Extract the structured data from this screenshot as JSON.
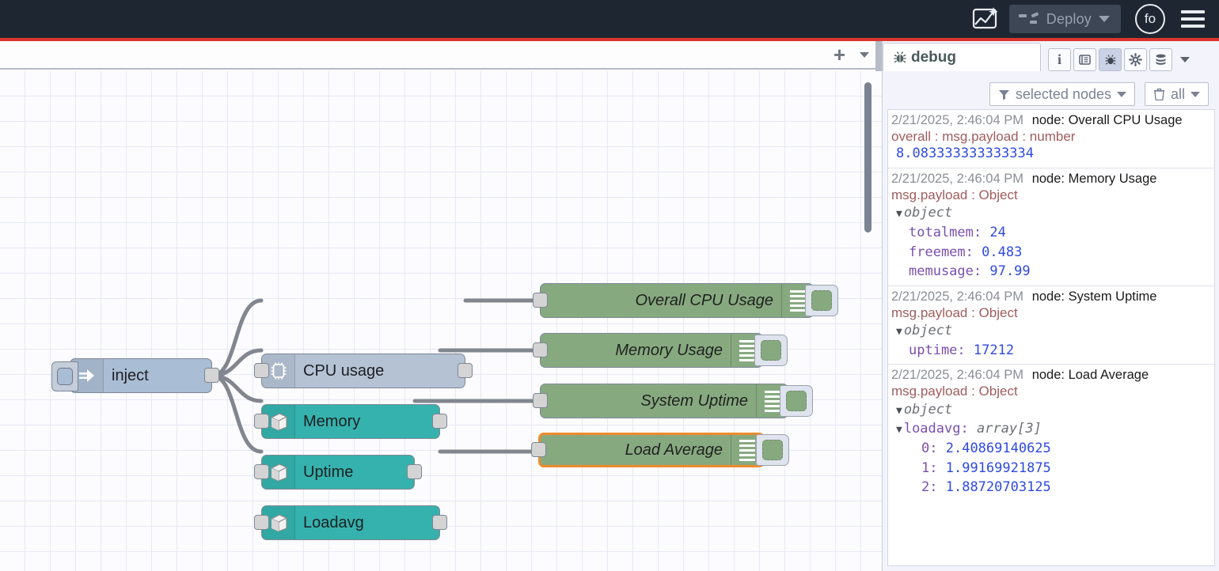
{
  "header": {
    "ai_icon": "ai-sparkle-icon",
    "deploy_label": "Deploy",
    "deploy_icon": "deploy-icon",
    "deploy_caret": "chevron-down-icon",
    "avatar_label": "fo",
    "menu_icon": "hamburger-menu-icon"
  },
  "flow_tabbar": {
    "add_label": "+",
    "list_caret": "chevron-down-icon"
  },
  "canvas": {
    "nodes": [
      {
        "id": "inject",
        "label": "inject",
        "type": "inject"
      },
      {
        "id": "cpu",
        "label": "CPU usage",
        "type": "cpu",
        "icon": "cpu-chip-icon"
      },
      {
        "id": "memory",
        "label": "Memory",
        "type": "teal",
        "icon": "server-icon"
      },
      {
        "id": "uptime",
        "label": "Uptime",
        "type": "teal",
        "icon": "server-icon"
      },
      {
        "id": "loadavg",
        "label": "Loadavg",
        "type": "teal",
        "icon": "server-icon"
      },
      {
        "id": "dbg-cpu",
        "label": "Overall CPU Usage",
        "type": "debug",
        "selected": false
      },
      {
        "id": "dbg-mem",
        "label": "Memory Usage",
        "type": "debug",
        "selected": false
      },
      {
        "id": "dbg-up",
        "label": "System Uptime",
        "type": "debug",
        "selected": false
      },
      {
        "id": "dbg-load",
        "label": "Load Average",
        "type": "debug",
        "selected": true
      }
    ]
  },
  "sidebar": {
    "active_tab": "debug",
    "tab_icon": "bug-icon",
    "icons": [
      {
        "name": "info-icon",
        "glyph": "i",
        "active": false
      },
      {
        "name": "library-icon",
        "glyph": "▤",
        "active": false
      },
      {
        "name": "debug-bug-icon",
        "glyph": "✽",
        "active": true
      },
      {
        "name": "config-gear-icon",
        "glyph": "⚙",
        "active": false
      },
      {
        "name": "context-stack-icon",
        "glyph": "☰",
        "active": false
      }
    ],
    "filter": {
      "icon": "filter-funnel-icon",
      "label": "selected nodes",
      "caret": "chevron-down-icon"
    },
    "clear": {
      "icon": "trash-icon",
      "label": "all",
      "caret": "chevron-down-icon"
    },
    "messages": [
      {
        "timestamp": "2/21/2025, 2:46:04 PM",
        "node": "node: Overall CPU Usage",
        "topic": "overall : msg.payload : number",
        "kind": "number",
        "value": "8.083333333333334"
      },
      {
        "timestamp": "2/21/2025, 2:46:04 PM",
        "node": "node: Memory Usage",
        "topic": "msg.payload : Object",
        "kind": "object",
        "object_label": "object",
        "entries": [
          {
            "key": "totalmem",
            "value": "24"
          },
          {
            "key": "freemem",
            "value": "0.483"
          },
          {
            "key": "memusage",
            "value": "97.99"
          }
        ]
      },
      {
        "timestamp": "2/21/2025, 2:46:04 PM",
        "node": "node: System Uptime",
        "topic": "msg.payload : Object",
        "kind": "object",
        "object_label": "object",
        "entries": [
          {
            "key": "uptime",
            "value": "17212"
          }
        ]
      },
      {
        "timestamp": "2/21/2025, 2:46:04 PM",
        "node": "node: Load Average",
        "topic": "msg.payload : Object",
        "kind": "array",
        "object_label": "object",
        "array_key": "loadavg",
        "array_type": "array[3]",
        "items": [
          {
            "key": "0",
            "value": "2.40869140625"
          },
          {
            "key": "1",
            "value": "1.99169921875"
          },
          {
            "key": "2",
            "value": "1.88720703125"
          }
        ]
      }
    ]
  },
  "colors": {
    "header_bg": "#1e2632",
    "accent_red": "#d9352c",
    "node_teal": "#35b2ad",
    "node_debug_green": "#87a980",
    "node_inject_blue": "#a9bdd4",
    "selection_orange": "#ef8b2c"
  }
}
